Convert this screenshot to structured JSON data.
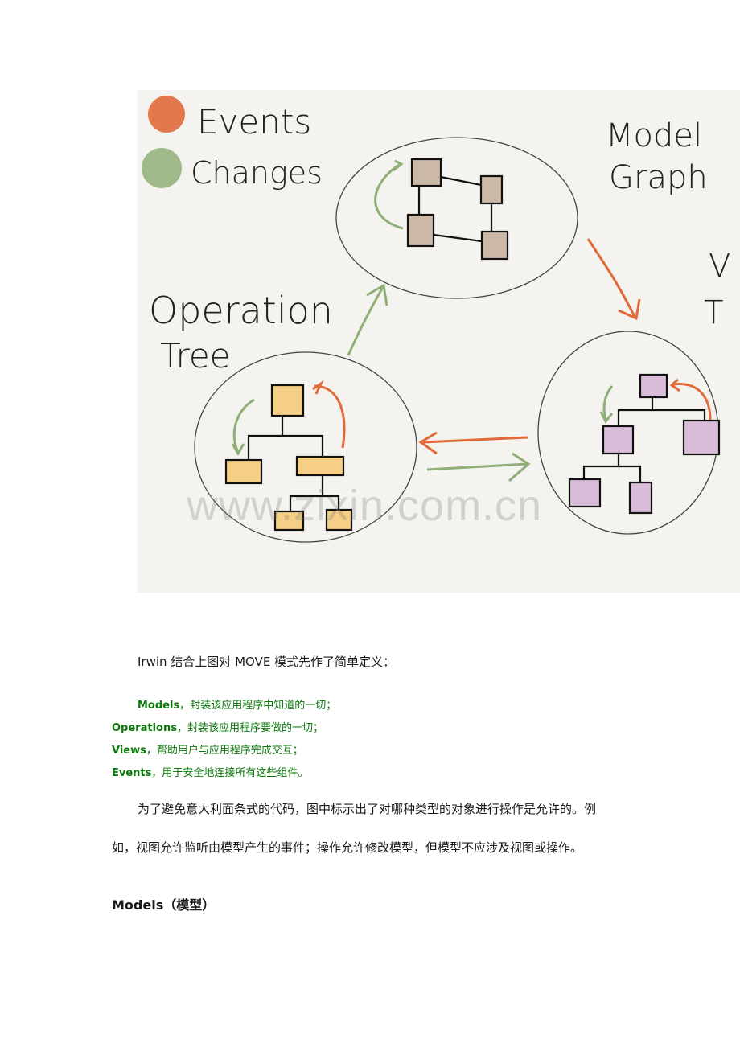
{
  "figure": {
    "legend": [
      {
        "label": "Events",
        "color": "#e06a3a"
      },
      {
        "label": "Changes",
        "color": "#8fae78"
      }
    ],
    "labels": {
      "model_graph_line1": "Model",
      "model_graph_line2": "Graph",
      "operation_tree_line1": "Operation",
      "operation_tree_line2": "Tree",
      "view_partial_line1": "V",
      "view_partial_line2": "T"
    },
    "watermark": "www.zixin.com.cn"
  },
  "intro": "Irwin 结合上图对 MOVE 模式先作了简单定义：",
  "definitions": [
    {
      "term": "Models",
      "text": "，封装该应用程序中知道的一切；"
    },
    {
      "term": "Operations",
      "text": "，封装该应用程序要做的一切；"
    },
    {
      "term": "Views",
      "text": "，帮助用户与应用程序完成交互；"
    },
    {
      "term": "Events",
      "text": "，用于安全地连接所有这些组件。"
    }
  ],
  "paragraph": {
    "line1": "为了避免意大利面条式的代码，图中标示出了对哪种类型的对象进行操作是允许的。例",
    "line2": "如，视图允许监听由模型产生的事件；操作允许修改模型，但模型不应涉及视图或操作。"
  },
  "heading": "Models（模型）"
}
